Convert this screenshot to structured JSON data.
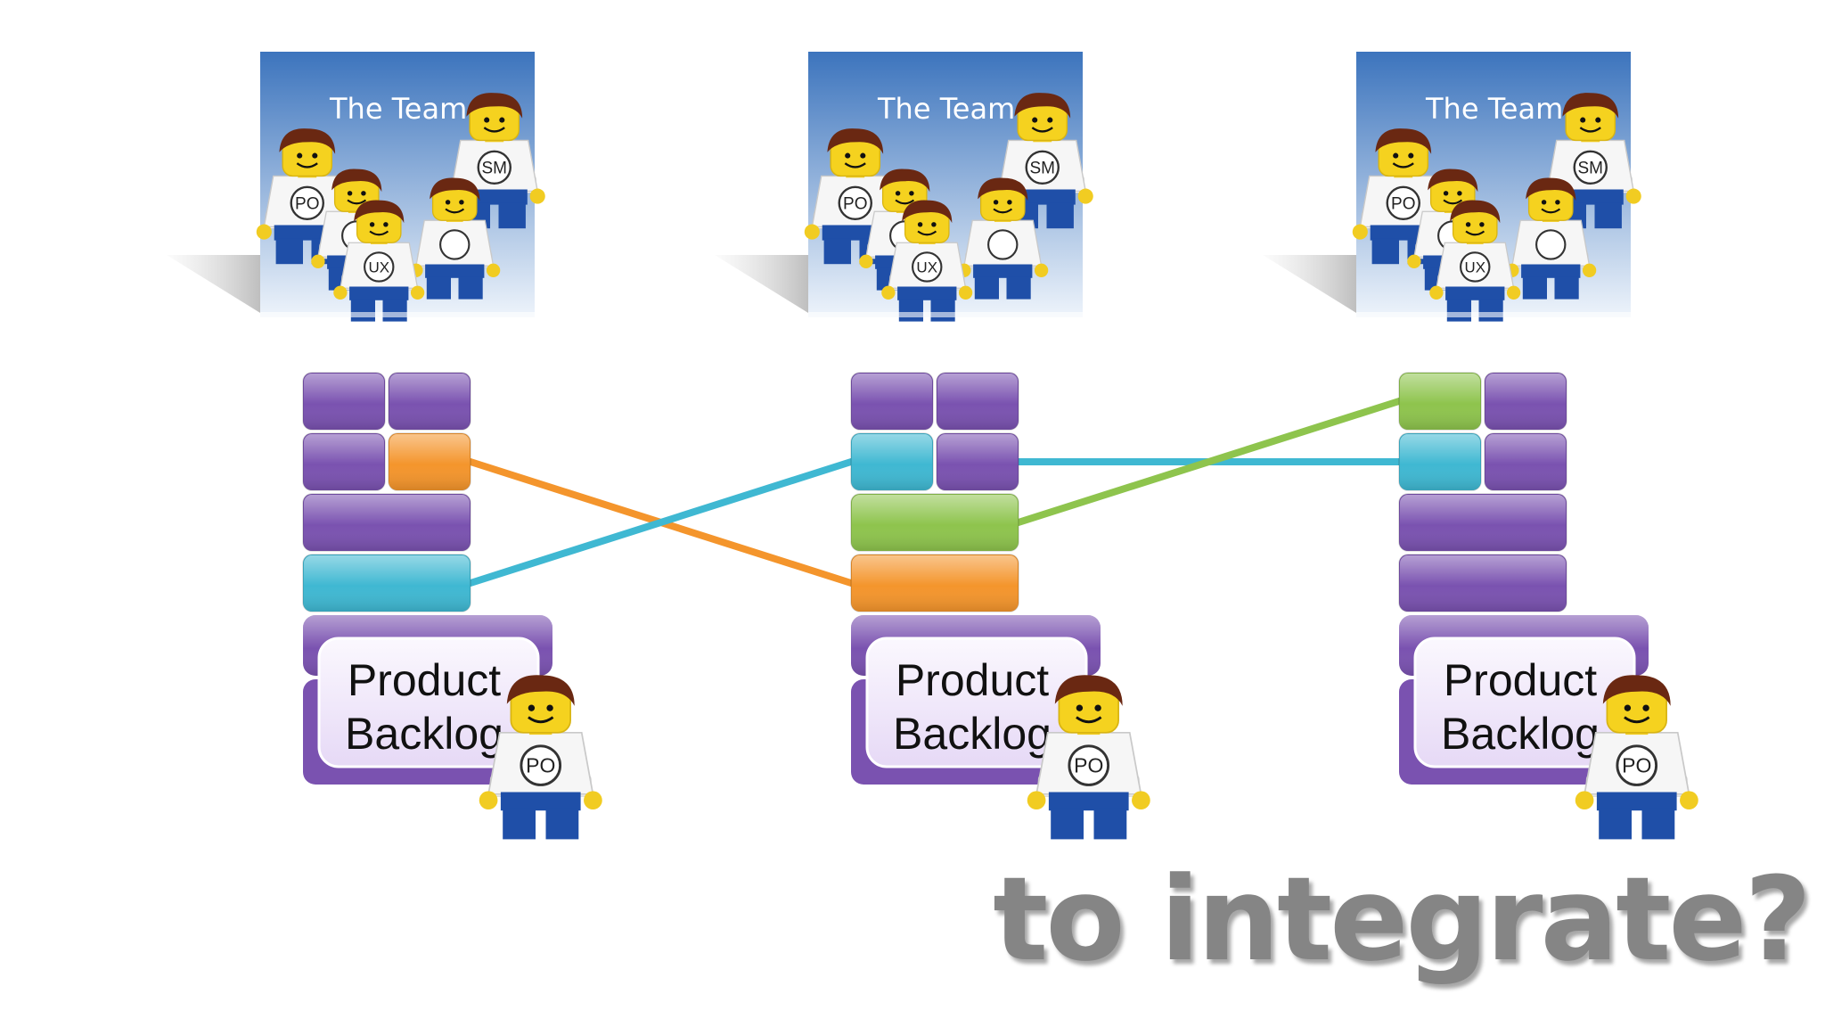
{
  "colors": {
    "purple": "#7a52b0",
    "orange": "#f4952c",
    "cyan": "#3fb8d2",
    "green": "#8ec44d",
    "label_bg": "#f0e8fa",
    "team_sky_top": "#3c74bd",
    "team_sky_bottom": "#eef4fb"
  },
  "teams": [
    {
      "team_label": "The Team",
      "badges": [
        "SM",
        "PO",
        "UX"
      ],
      "po_badge": "PO",
      "backlog_label": [
        "Product",
        "Backlog"
      ],
      "rows": [
        [
          "purple",
          "purple"
        ],
        [
          "purple",
          "orange"
        ],
        [
          "purple"
        ],
        [
          "cyan"
        ]
      ]
    },
    {
      "team_label": "The Team",
      "badges": [
        "SM",
        "PO",
        "UX"
      ],
      "po_badge": "PO",
      "backlog_label": [
        "Product",
        "Backlog"
      ],
      "rows": [
        [
          "purple",
          "purple"
        ],
        [
          "cyan",
          "purple"
        ],
        [
          "green"
        ],
        [
          "orange"
        ]
      ]
    },
    {
      "team_label": "The Team",
      "badges": [
        "SM",
        "PO",
        "UX"
      ],
      "po_badge": "PO",
      "backlog_label": [
        "Product",
        "Backlog"
      ],
      "rows": [
        [
          "green",
          "purple"
        ],
        [
          "cyan",
          "purple"
        ],
        [
          "purple"
        ],
        [
          "purple"
        ]
      ]
    }
  ],
  "dependencies": [
    {
      "color": "orange",
      "from": [
        0,
        1,
        1
      ],
      "to": [
        1,
        3,
        0
      ]
    },
    {
      "color": "cyan",
      "from": [
        0,
        3,
        0
      ],
      "to": [
        1,
        1,
        0
      ]
    },
    {
      "color": "cyan",
      "from": [
        1,
        1,
        1
      ],
      "to": [
        2,
        1,
        0
      ]
    },
    {
      "color": "green",
      "from": [
        1,
        2,
        0
      ],
      "to": [
        2,
        0,
        0
      ]
    }
  ],
  "caption": "to integrate?"
}
